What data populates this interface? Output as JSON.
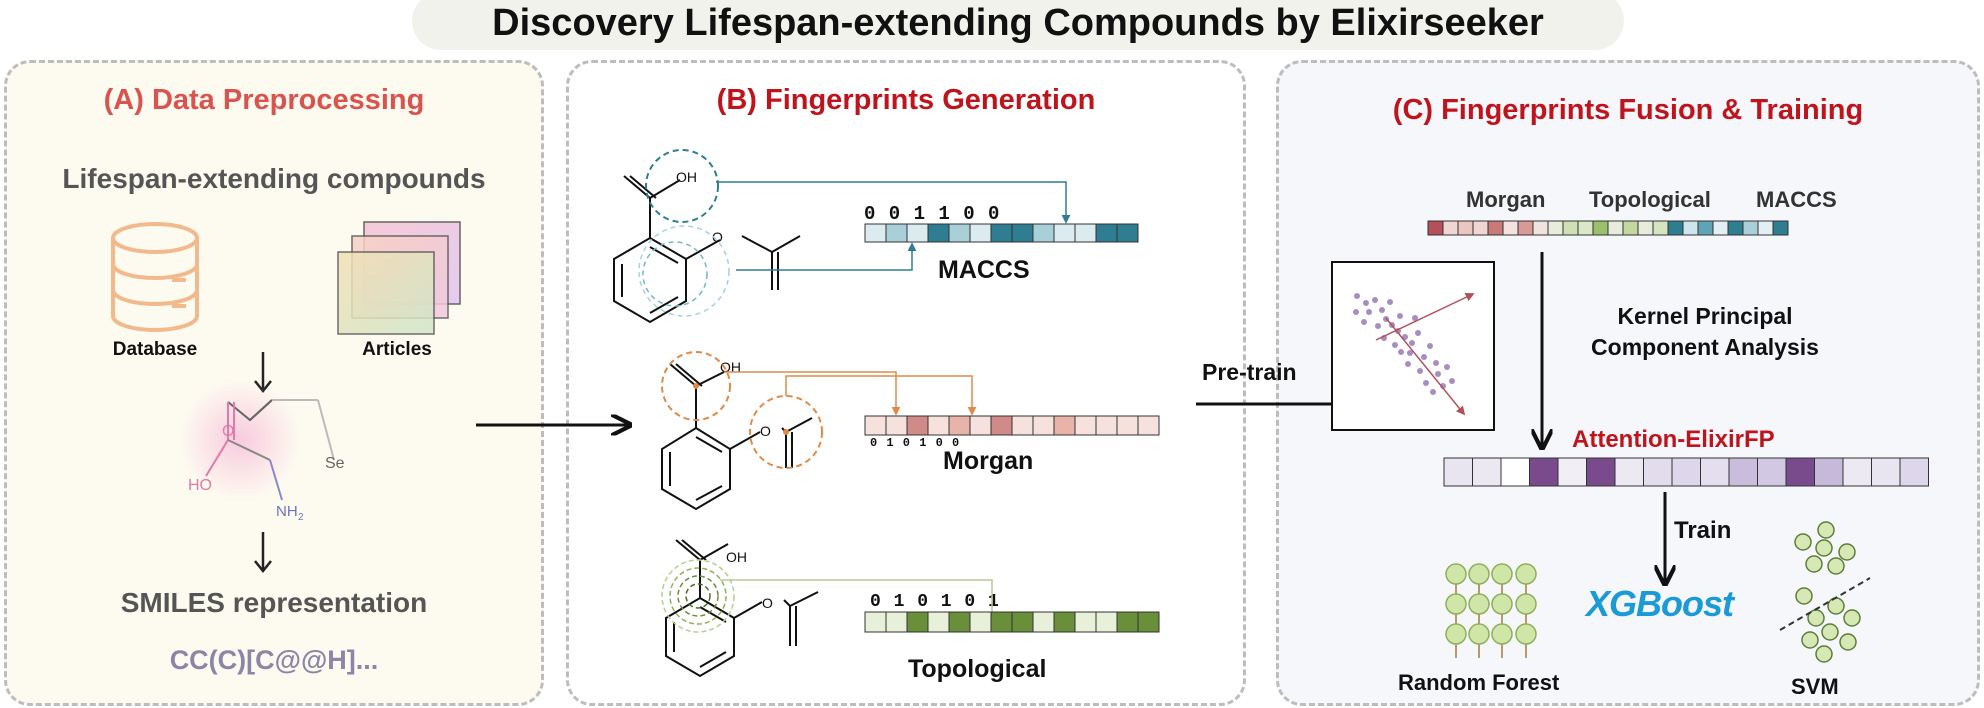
{
  "title": "Discovery Lifespan-extending Compounds by Elixirseeker",
  "colors": {
    "panel_a_title": "#d9534f",
    "panel_bc_title": "#c0141c",
    "maccs": "#2e7d91",
    "morgan": "#d9825c",
    "topological": "#6a8f3a",
    "attention": "#7a4b8c",
    "xgboost": "#1a9ad6"
  },
  "panel_a": {
    "title": "(A) Data Preprocessing",
    "heading": "Lifespan-extending compounds",
    "database_label": "Database",
    "articles_label": "Articles",
    "molecule": {
      "ho": "HO",
      "o": "O",
      "se": "Se",
      "nh": "NH",
      "sub": "2"
    },
    "smiles_label": "SMILES representation",
    "smiles_value": "CC(C)[C@@H]..."
  },
  "panel_b": {
    "title": "(B) Fingerprints Generation",
    "oh": "OH",
    "maccs": {
      "label": "MACCS",
      "bits": "0 0 1 1 0 0"
    },
    "morgan": {
      "label": "Morgan",
      "bits": "0 1 0 1 0 0"
    },
    "topological": {
      "label": "Topological",
      "bits": "0 1 0 1 0 1"
    }
  },
  "panel_c": {
    "title": "(C) Fingerprints Fusion & Training",
    "fp_labels": [
      "Morgan",
      "Topological",
      "MACCS"
    ],
    "pretrain_label": "Pre-train",
    "kpca_line1": "Kernel Principal",
    "kpca_line2": "Component Analysis",
    "attention_label": "Attention-ElixirFP",
    "train_label": "Train",
    "xgboost_label": "XGBoost",
    "rf_label": "Random Forest",
    "svm_label": "SVM"
  }
}
